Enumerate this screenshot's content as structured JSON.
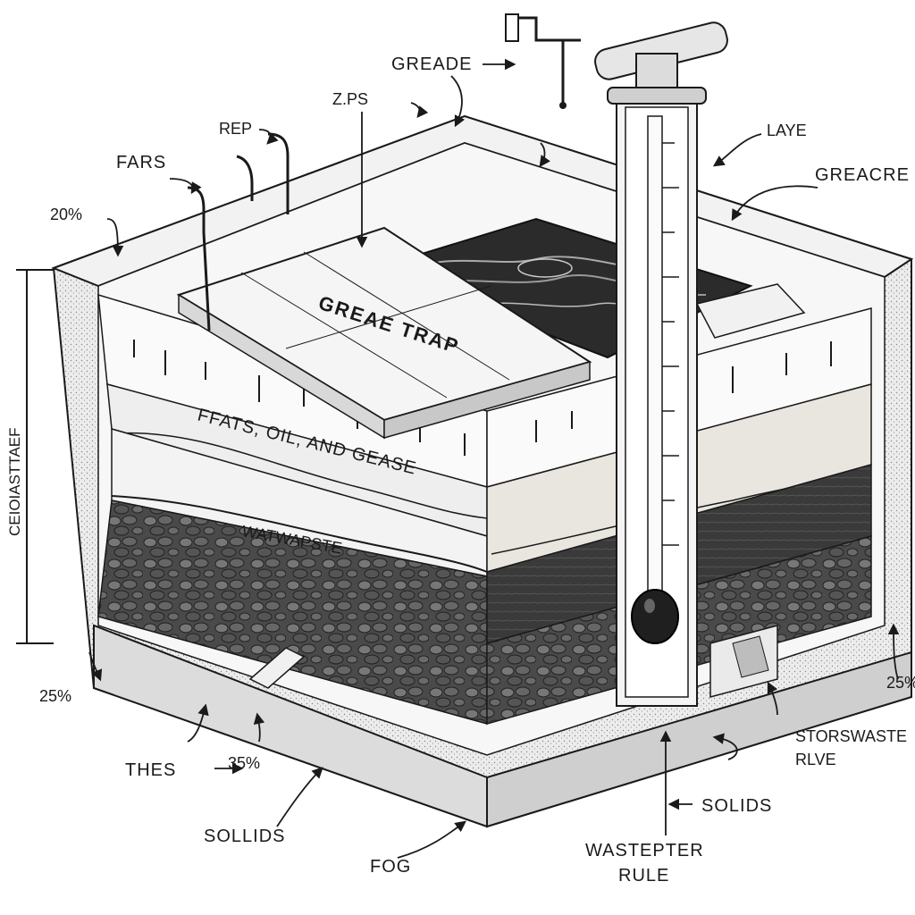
{
  "labels": {
    "greade": "GREADE",
    "zps": "Z.PS",
    "rep": "REP",
    "fars": "FARS",
    "pct20": "20%",
    "laye": "LAYE",
    "greacre": "GREACRE",
    "side_vertical": "CEIOIASTTAEF",
    "grease_trap": "GREAE TRAP",
    "fats_oil": "FFATS, OIL, AND GEASE",
    "wastewater": "WATWAPSTE",
    "pct25_left": "25%",
    "pct25_right": "25%",
    "thes": "THES",
    "pct35": "35%",
    "solids_left": "SOLLIDS",
    "solids_right": "SOLIDS",
    "fog": "FOG",
    "wastepter": "WASTEPTER",
    "rule": "RULE",
    "storswaste": "STORSWASTE",
    "rlve": "RLVE"
  },
  "colors": {
    "ink": "#1a1a1a",
    "concrete": "#e8e8e8",
    "water": "#2b2b2b",
    "paper": "#ffffff"
  }
}
